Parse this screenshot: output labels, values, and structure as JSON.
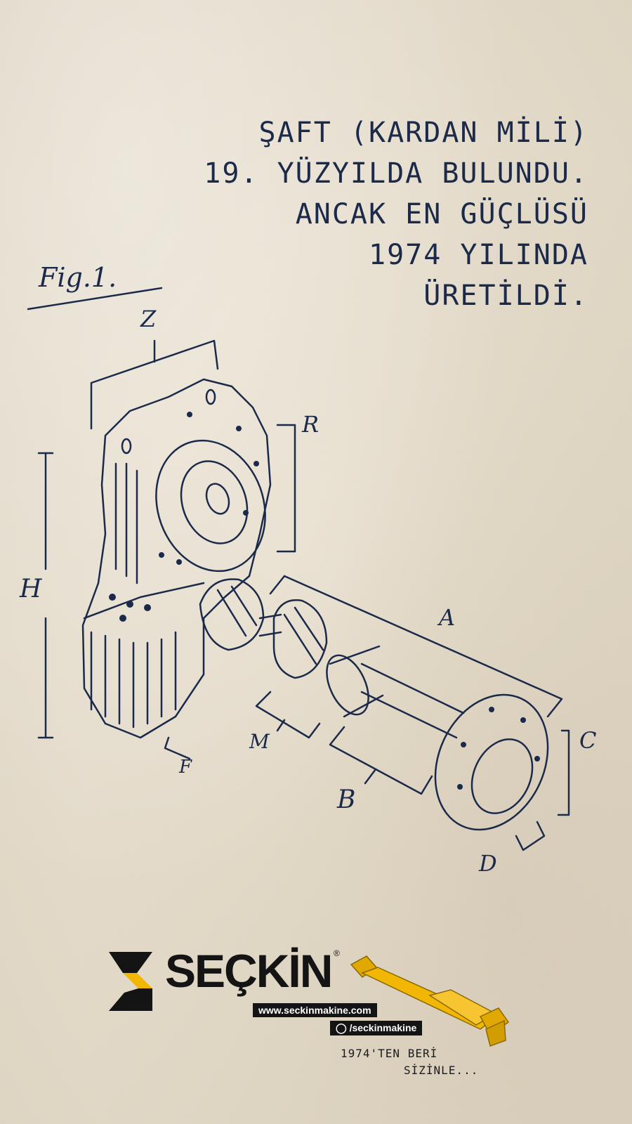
{
  "headline": {
    "lines": [
      "ŞAFT (KARDAN MİLİ)",
      "19. YÜZYILDA BULUNDU.",
      "ANCAK EN GÜÇLÜSÜ",
      "1974 YILINDA",
      "ÜRETİLDİ."
    ]
  },
  "drawing": {
    "fig_label": "Fig.1.",
    "dimension_labels": [
      "Z",
      "R",
      "H",
      "A",
      "M",
      "F",
      "C",
      "B",
      "D"
    ]
  },
  "brand": {
    "name": "SEÇKİN",
    "registered": "®",
    "website": "www.seckinmakine.com",
    "instagram": "/seckinmakine",
    "tagline_1": "1974'TEN BERİ",
    "tagline_2": "SİZİNLE...",
    "accent_color": "#f2b705",
    "ink_color": "#1b2a4a"
  }
}
